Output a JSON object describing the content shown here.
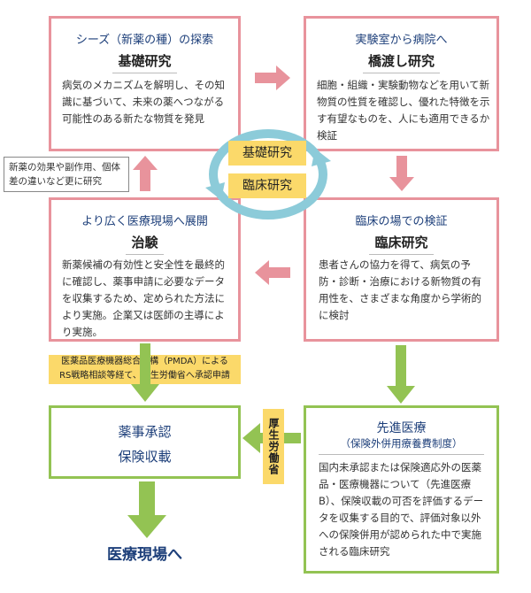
{
  "box_basic": {
    "subtitle": "シーズ（新薬の種）の探索",
    "title": "基礎研究",
    "desc": "病気のメカニズムを解明し、その知識に基づいて、未来の薬へつながる可能性のある新たな物質を発見"
  },
  "box_bridge": {
    "subtitle": "実験室から病院へ",
    "title": "橋渡し研究",
    "desc": "細胞・組織・実験動物などを用いて新物質の性質を確認し、優れた特徴を示す有望なものを、人にも適用できるか検証"
  },
  "box_trial": {
    "subtitle": "より広く医療現場へ展開",
    "title": "治験",
    "desc": "新薬候補の有効性と安全性を最終的に確認し、薬事申請に必要なデータを収集するため、定められた方法により実施。企業又は医師の主導により実施。"
  },
  "box_clinical": {
    "subtitle": "臨床の場での検証",
    "title": "臨床研究",
    "desc": "患者さんの協力を得て、病気の予防・診断・治療における新物質の有用性を、さまざまな角度から学術的に検討"
  },
  "cycle": {
    "label_top": "基礎研究",
    "label_bottom": "臨床研究"
  },
  "feedback_note": "新薬の効果や副作用、個体差の違いなど更に研究",
  "pmda_note": {
    "line1": "医薬品医療機器総合機構（PMDA）による",
    "line2": "RS戦略相談等経て、厚生労働省へ承認申請"
  },
  "box_approval": {
    "line1": "薬事承認",
    "line2": "保険収載"
  },
  "box_advanced": {
    "title": "先進医療",
    "subtitle": "（保険外併用療養費制度）",
    "desc": "国内未承認または保険適応外の医薬品・医療機器について（先進医療B）、保険収載の可否を評価するデータを収集する目的で、評価対象以外への保険併用が認められた中で実施される臨床研究"
  },
  "mhlw_label": "厚生労働省",
  "destination": "医療現場へ",
  "colors": {
    "pink": "#e8939c",
    "green": "#93c353",
    "yellow": "#fbd96a",
    "navy": "#1d3f7a",
    "teal": "#8ccbd9"
  }
}
